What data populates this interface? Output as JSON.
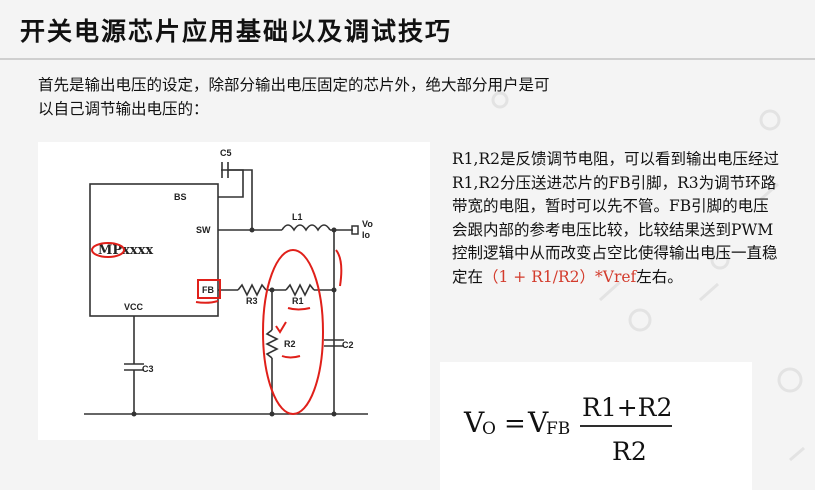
{
  "title": "开关电源芯片应用基础以及调试技巧",
  "intro": {
    "line1": "首先是输出电压的设定，除部分输出电压固定的芯片外，绝大部分用户是可",
    "line2": "以自己调节输出电压的："
  },
  "schematic": {
    "chip_label": "MPxxxx",
    "pins": {
      "bs": "BS",
      "sw": "SW",
      "fb": "FB",
      "vcc": "VCC"
    },
    "components": {
      "c5": "C5",
      "l1": "L1",
      "r1": "R1",
      "r2": "R2",
      "r3": "R3",
      "c2": "C2",
      "c3": "C3"
    },
    "output": {
      "vo": "Vo",
      "io": "Io"
    }
  },
  "explanation": {
    "text": "R1,R2是反馈调节电阻，可以看到输出电压经过R1,R2分压送进芯片的FB引脚，R3为调节环路带宽的电阻，暂时可以先不管。FB引脚的电压会跟内部的参考电压比较，比较结果送到PWM控制逻辑中从而改变占空比使得输出电压一直稳定在",
    "highlight": "（1 + R1/R2）*Vref",
    "tail": "左右。"
  },
  "formula": {
    "lhs_main": "V",
    "lhs_sub": "O",
    "equals": "=",
    "vfb_main": "V",
    "vfb_sub": "FB",
    "numerator": "R1+R2",
    "denominator": "R2"
  },
  "colors": {
    "annotation_red": "#e0201a",
    "highlight_text": "#d33b2c"
  }
}
